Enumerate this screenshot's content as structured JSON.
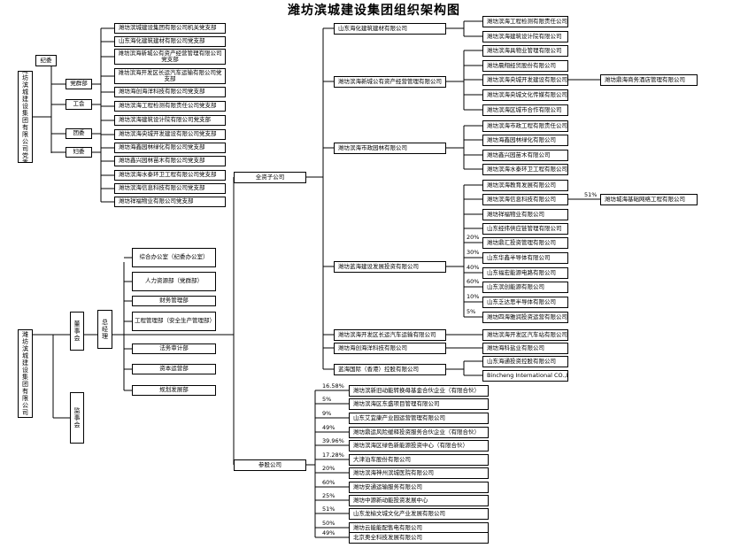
{
  "title": "潍坊滨城建设集团组织架构图",
  "party": {
    "committee": "潍坊滨城建设集团有限公司党委",
    "discipline": "纪委",
    "departments": [
      "党群部",
      "工会",
      "团委",
      "妇委"
    ],
    "branches": [
      "潍坊滨城建设集团有限公司机关党支部",
      "山东海化建筑建材有限公司党支部",
      "潍坊滨海新城公有资产经营管理有限公司党支部",
      "潍坊滨海开发区长运汽车运输有限公司党支部",
      "潍坊海创海洋科技有限公司党支部",
      "潍坊滨海工程检测有限责任公司党支部",
      "潍坊滨海建筑设计院有限公司党支部",
      "潍坊滨海央城开发建设有限公司党支部",
      "潍坊海鑫园林绿化有限公司党支部",
      "潍坊鑫兴园林苗木有限公司党支部",
      "潍坊滨海水泰环卫工程有限公司党支部",
      "潍坊滨海信息科技有限公司党支部",
      "潍坊祥福物业有限公司党支部"
    ]
  },
  "group": {
    "name": "潍坊滨城建设集团有限公司",
    "board": "董事会",
    "supervisors": "监事会",
    "gm": "总经理",
    "departments": [
      "综合办公室（纪委办公室）",
      "人力资源部（党群部）",
      "财务管理部",
      "工程管理部（安全生产管理部）",
      "法务审计部",
      "资本运营部",
      "规划发展部"
    ]
  },
  "wholly_owned": {
    "label": "全资子公司",
    "companies": [
      {
        "name": "山东海化建筑建材有限公司",
        "subs": [
          {
            "name": "潍坊滨海工程检测有限责任公司"
          },
          {
            "name": "潍坊滨海建筑设计院有限公司"
          }
        ]
      },
      {
        "name": "潍坊滨海新城公有资产经营管理有限公司",
        "subs": [
          {
            "name": "潍坊滨海具物业管理有限公司"
          },
          {
            "name": "潍坊晨翔经贸股份有限公司"
          },
          {
            "name": "潍坊滨海央城开发建设有限公司",
            "sub": "潍坊鼎海商务酒店管理有限公司"
          },
          {
            "name": "潍坊滨海央城文化传媒有限公司"
          },
          {
            "name": "潍坊滨海区城市合作有限公司"
          }
        ]
      },
      {
        "name": "潍坊滨海市政园林有限公司",
        "subs": [
          {
            "name": "潍坊滨海市政工程有限责任公司"
          },
          {
            "name": "潍坊海鑫园林绿化有限公司"
          },
          {
            "name": "潍坊鑫兴园苗木有限公司"
          },
          {
            "name": "潍坊滨海水泰环卫工程有限公司"
          }
        ]
      },
      {
        "name": "潍坊蓝海建设发展投资有限公司",
        "subs": [
          {
            "name": "潍坊滨海教育发展有限公司"
          },
          {
            "name": "潍坊滨海信息科技有限公司",
            "pct": "51%",
            "sub": "潍坊城海基础网络工程有限公司"
          },
          {
            "name": "潍坊祥福物业有限公司"
          },
          {
            "name": "山东经纬供应链管理有限公司"
          },
          {
            "name": "潍坊鼎汇投资管理有限公司",
            "pct": "20%"
          },
          {
            "name": "山东华鑫半导体有限公司",
            "pct": "30%"
          },
          {
            "name": "山东福宏能源电路有限公司",
            "pct": "40%"
          },
          {
            "name": "山东滨创能源有限公司",
            "pct": "60%"
          },
          {
            "name": "山东乏达思半导体有限公司",
            "pct": "10%"
          },
          {
            "name": "潍坊四海雅润投资运营有限公司",
            "pct": "5%"
          }
        ]
      },
      {
        "name": "潍坊滨海开发区长运汽车运输有限公司",
        "subs": [
          {
            "name": "潍坊滨海开发区汽车站有限公司"
          }
        ]
      },
      {
        "name": "潍坊海创海洋科技有限公司",
        "subs": [
          {
            "name": "潍坊海科盐业有限公司"
          }
        ]
      },
      {
        "name": "蓝海国际（香港）控股有限公司",
        "subs": [
          {
            "name": "山东海通投资控股有限公司"
          },
          {
            "name": "Bincheng International CO.,Ltd"
          }
        ]
      }
    ]
  },
  "participating": {
    "label": "参股公司",
    "companies": [
      {
        "pct": "16.58%",
        "name": "潍坊滨新旧动能转换母基金合伙企业（有限合伙）"
      },
      {
        "pct": "5%",
        "name": "潍坊滨海区东盛项目管理有限公司"
      },
      {
        "pct": "9%",
        "name": "山东艾宜康产业园运营管理有限公司"
      },
      {
        "pct": "49%",
        "name": "潍坊鼎运风险缓释投资服务合伙企业（有限合伙）"
      },
      {
        "pct": "39.96%",
        "name": "潍坊滨海区绿色新能源投资中心（有限合伙）"
      },
      {
        "pct": "17.28%",
        "name": "大津泊车股份有限公司"
      },
      {
        "pct": "20%",
        "name": "潍坊滨海神州滨城医院有限公司"
      },
      {
        "pct": "60%",
        "name": "潍坊安通运输服务有限公司"
      },
      {
        "pct": "25%",
        "name": "潍坊中源新动能投资发展中心"
      },
      {
        "pct": "51%",
        "name": "山东龙榆文城文化产业发展有限公司"
      },
      {
        "pct": "50%",
        "name": "潍坊云能能配售电有限公司"
      },
      {
        "pct": "49%",
        "name": "北京奥全科技发展有限公司"
      }
    ]
  }
}
